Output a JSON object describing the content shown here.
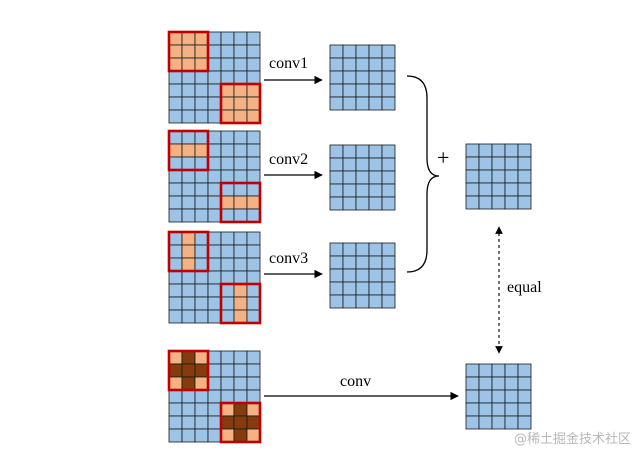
{
  "labels": {
    "conv1": "conv1",
    "conv2": "conv2",
    "conv3": "conv3",
    "conv": "conv",
    "plus": "+",
    "equal": "equal"
  },
  "watermark": "@稀土掘金技术社区",
  "colors": {
    "cell_blue": "#9dc3e6",
    "cell_peach": "#f4b183",
    "cell_brown": "#843c0c",
    "kernel_border": "#c00000",
    "grid_line": "#1a1a1a",
    "arrow": "#000000"
  },
  "kernels": {
    "conv1": {
      "name": "3x3 square kernel",
      "pattern": [
        [
          1,
          1,
          1
        ],
        [
          1,
          1,
          1
        ],
        [
          1,
          1,
          1
        ]
      ]
    },
    "conv2": {
      "name": "1x3 horizontal kernel",
      "pattern": [
        [
          0,
          0,
          0
        ],
        [
          1,
          1,
          1
        ],
        [
          0,
          0,
          0
        ]
      ]
    },
    "conv3": {
      "name": "3x1 vertical kernel",
      "pattern": [
        [
          0,
          1,
          0
        ],
        [
          0,
          1,
          0
        ],
        [
          0,
          1,
          0
        ]
      ]
    },
    "conv": {
      "name": "fused kernel",
      "pattern": [
        [
          1,
          2,
          1
        ],
        [
          2,
          2,
          2
        ],
        [
          1,
          2,
          1
        ]
      ]
    }
  }
}
